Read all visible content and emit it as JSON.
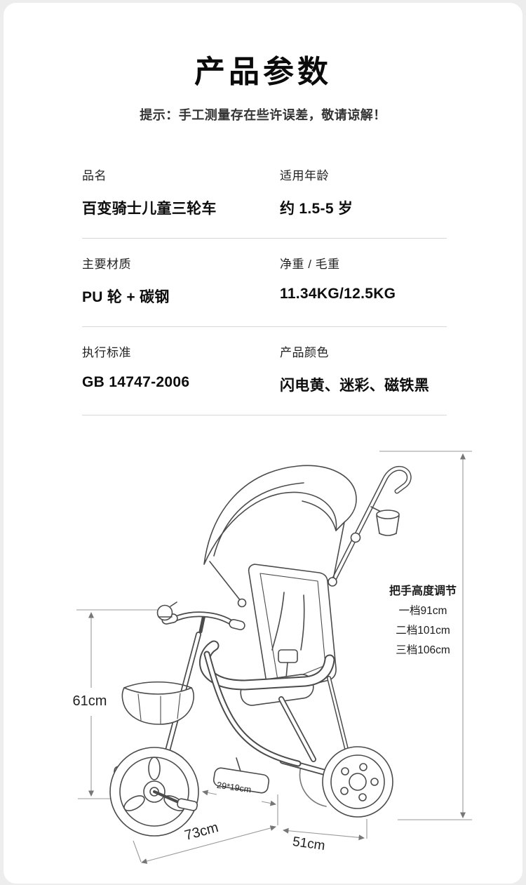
{
  "header": {
    "title": "产品参数",
    "subtitle": "提示：手工测量存在些许误差，敬请谅解！"
  },
  "specs": [
    {
      "label": "品名",
      "value": "百变骑士儿童三轮车"
    },
    {
      "label": "适用年龄",
      "value": "约 1.5-5 岁"
    },
    {
      "label": "主要材质",
      "value": "PU 轮 + 碳钢"
    },
    {
      "label": "净重 / 毛重",
      "value": "11.34KG/12.5KG"
    },
    {
      "label": "执行标准",
      "value": "GB 14747-2006"
    },
    {
      "label": "产品颜色",
      "value": "闪电黄、迷彩、磁铁黑"
    }
  ],
  "diagram": {
    "handle_height": {
      "title": "把手高度调节",
      "levels": [
        "一档91cm",
        "二档101cm",
        "三档106cm"
      ]
    },
    "dimensions": {
      "height": "61cm",
      "length": "73cm",
      "rear_width": "51cm",
      "footrest": "29*19cm"
    }
  }
}
